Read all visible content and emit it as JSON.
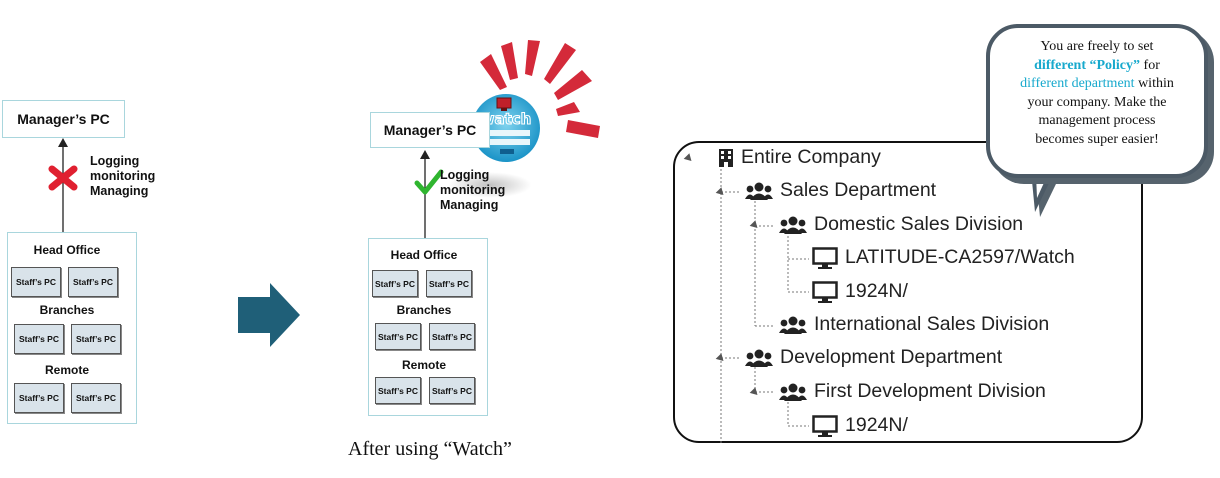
{
  "before": {
    "manager_pc": "Manager’s PC",
    "actions": [
      "Logging",
      "monitoring",
      "Managing"
    ],
    "status_icon": "cross-icon",
    "sections": [
      {
        "title": "Head Office",
        "pcs": [
          "Staff’s PC",
          "Staff’s PC"
        ]
      },
      {
        "title": "Branches",
        "pcs": [
          "Staff’s PC",
          "Staff’s PC"
        ]
      },
      {
        "title": "Remote",
        "pcs": [
          "Staff’s PC",
          "Staff’s PC"
        ]
      }
    ]
  },
  "arrow_icon": "right-arrow-icon",
  "after": {
    "manager_pc": "Manager’s PC",
    "actions": [
      "Logging",
      "monitoring",
      "Managing"
    ],
    "status_icon": "check-icon",
    "logo_text": "watch",
    "sections": [
      {
        "title": "Head Office",
        "pcs": [
          "Staff’s PC",
          "Staff’s PC"
        ]
      },
      {
        "title": "Branches",
        "pcs": [
          "Staff’s PC",
          "Staff’s PC"
        ]
      },
      {
        "title": "Remote",
        "pcs": [
          "Staff’s PC",
          "Staff’s PC"
        ]
      }
    ],
    "caption": "After using “Watch”"
  },
  "bubble": {
    "line1": "You are freely to set",
    "line2a": "different “Policy”",
    "line2b": " for",
    "line3a": "different department",
    "line3b": " within",
    "line4": "your company. Make the",
    "line5": "management process",
    "line6": "becomes super easier!"
  },
  "tree": {
    "root": {
      "label": "Entire Company",
      "icon": "building-icon"
    },
    "nodes": [
      {
        "label": "Sales Department",
        "icon": "group-icon"
      },
      {
        "label": "Domestic Sales Division",
        "icon": "group-icon"
      },
      {
        "label": "LATITUDE-CA2597/Watch",
        "icon": "monitor-icon"
      },
      {
        "label": "1924N/",
        "icon": "monitor-icon"
      },
      {
        "label": "International Sales Division",
        "icon": "group-icon"
      },
      {
        "label": "Development Department",
        "icon": "group-icon"
      },
      {
        "label": "First Development Division",
        "icon": "group-icon"
      },
      {
        "label": "1924N/",
        "icon": "monitor-icon"
      }
    ]
  },
  "colors": {
    "teal_border": "#a9d6dd",
    "arrow": "#1f5f78",
    "cyan": "#17a9cd",
    "burst": "#d42a3a",
    "check": "#2fb52f",
    "cross": "#e02030"
  }
}
